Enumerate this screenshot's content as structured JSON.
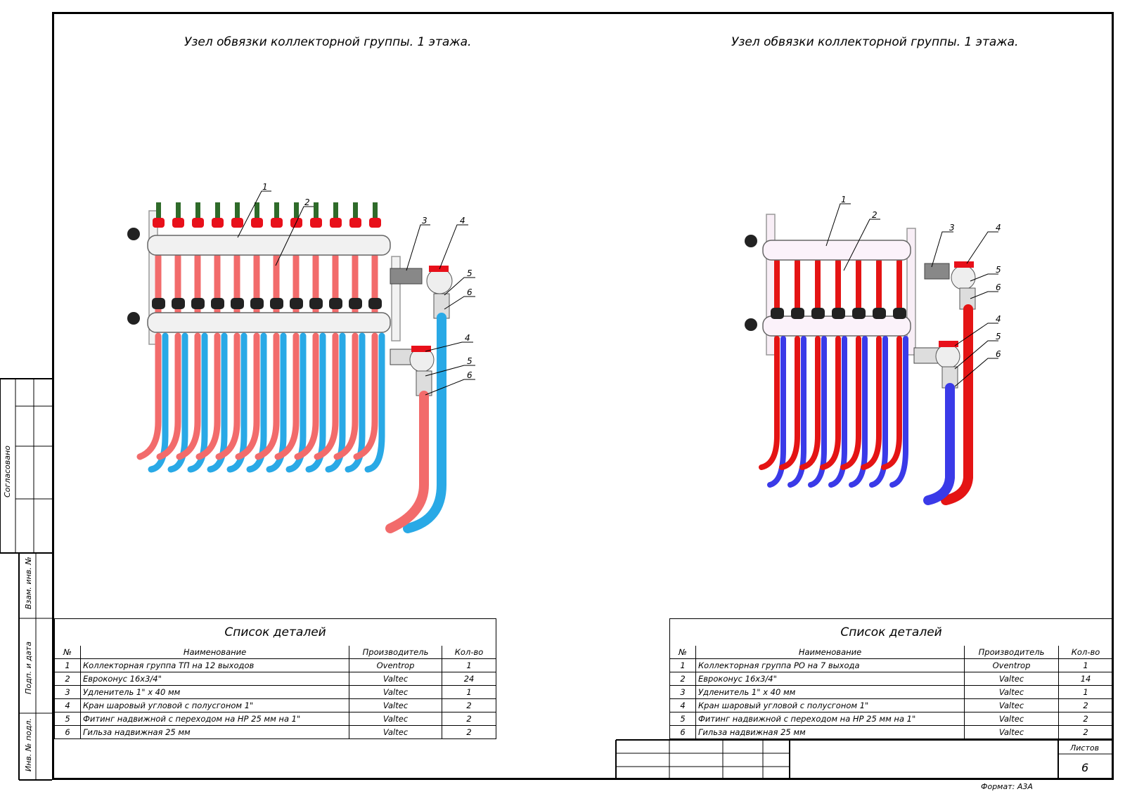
{
  "drawing_left": {
    "title": "Узел обвязки коллекторной группы. 1 этажа.",
    "callouts": [
      "1",
      "2",
      "3",
      "4",
      "5",
      "6",
      "4",
      "5",
      "6"
    ]
  },
  "drawing_right": {
    "title": "Узел обвязки коллекторной группы. 1 этажа.",
    "callouts": [
      "1",
      "2",
      "3",
      "4",
      "5",
      "6",
      "4",
      "5",
      "6"
    ]
  },
  "table_left": {
    "caption": "Список деталей",
    "headers": [
      "№",
      "Наименование",
      "Производитель",
      "Кол-во"
    ],
    "rows": [
      [
        "1",
        "Коллекторная группа ТП на 12 выходов",
        "Oventrop",
        "1"
      ],
      [
        "2",
        "Евроконус 16х3/4\"",
        "Valtec",
        "24"
      ],
      [
        "3",
        "Удленитель 1\" х 40 мм",
        "Valtec",
        "1"
      ],
      [
        "4",
        "Кран шаровый угловой с полусгоном 1\"",
        "Valtec",
        "2"
      ],
      [
        "5",
        "Фитинг надвижной с переходом на НР 25 мм на 1\"",
        "Valtec",
        "2"
      ],
      [
        "6",
        "Гильза надвижная 25 мм",
        "Valtec",
        "2"
      ]
    ]
  },
  "table_right": {
    "caption": "Список деталей",
    "headers": [
      "№",
      "Наименование",
      "Производитель",
      "Кол-во"
    ],
    "rows": [
      [
        "1",
        "Коллекторная группа РО на 7 выхода",
        "Oventrop",
        "1"
      ],
      [
        "2",
        "Евроконус 16х3/4\"",
        "Valtec",
        "14"
      ],
      [
        "3",
        "Удленитель 1\" х 40 мм",
        "Valtec",
        "1"
      ],
      [
        "4",
        "Кран шаровый угловой с полусгоном 1\"",
        "Valtec",
        "2"
      ],
      [
        "5",
        "Фитинг надвижной с переходом на НР 25 мм на 1\"",
        "Valtec",
        "2"
      ],
      [
        "6",
        "Гильза надвижная 25 мм",
        "Valtec",
        "2"
      ]
    ]
  },
  "stamp": {
    "sheets_label": "Листов",
    "sheet_number": "6",
    "format": "Формат: А3А"
  },
  "side_block": {
    "agreed": "Согласовано",
    "swap_inv": "Взам. инв. №",
    "sign_date": "Подп. и дата",
    "inv_orig": "Инв. № подл."
  },
  "colors": {
    "supply_left": "#f26b6b",
    "return_left": "#29a9e6",
    "supply_right": "#e41414",
    "return_right": "#3a3ae8",
    "valve_handle": "#e8101a",
    "thermo_cap": "#2f6b2a"
  }
}
